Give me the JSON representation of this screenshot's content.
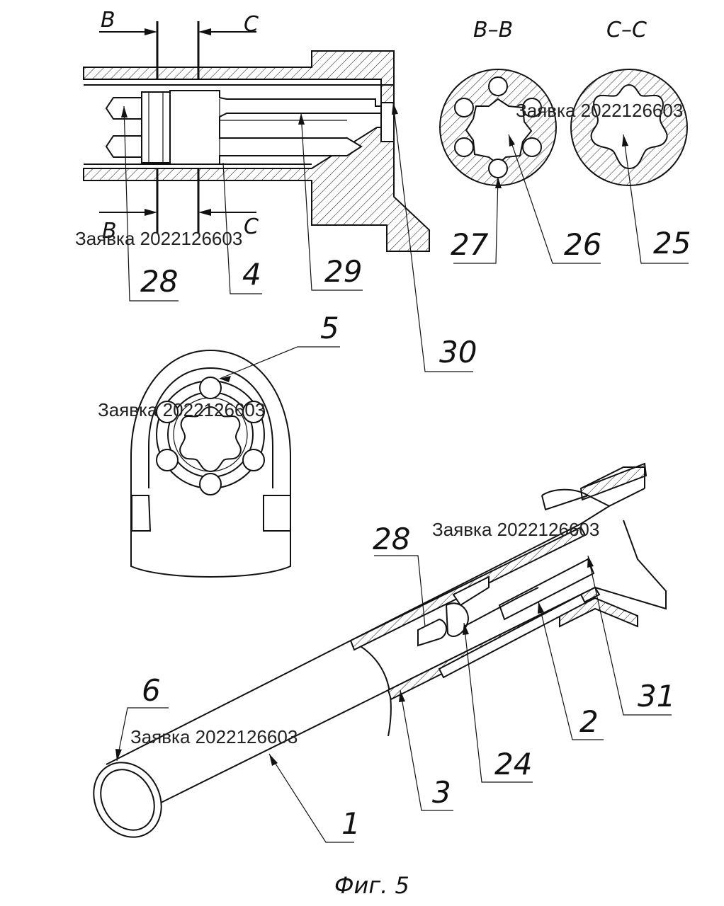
{
  "figure_caption": "Фиг. 5",
  "watermark": "Заявка 2022126603",
  "section_marks": {
    "b_top": "B",
    "c_top": "C",
    "b_bottom": "B",
    "c_bottom": "C",
    "section_bb": "B–B",
    "section_cc": "C–C"
  },
  "labels": {
    "l28a": "28",
    "l4": "4",
    "l29": "29",
    "l30": "30",
    "l27": "27",
    "l26": "26",
    "l25": "25",
    "l5": "5",
    "l6": "6",
    "l28b": "28",
    "l31": "31",
    "l2": "2",
    "l24": "24",
    "l3": "3",
    "l1": "1"
  }
}
